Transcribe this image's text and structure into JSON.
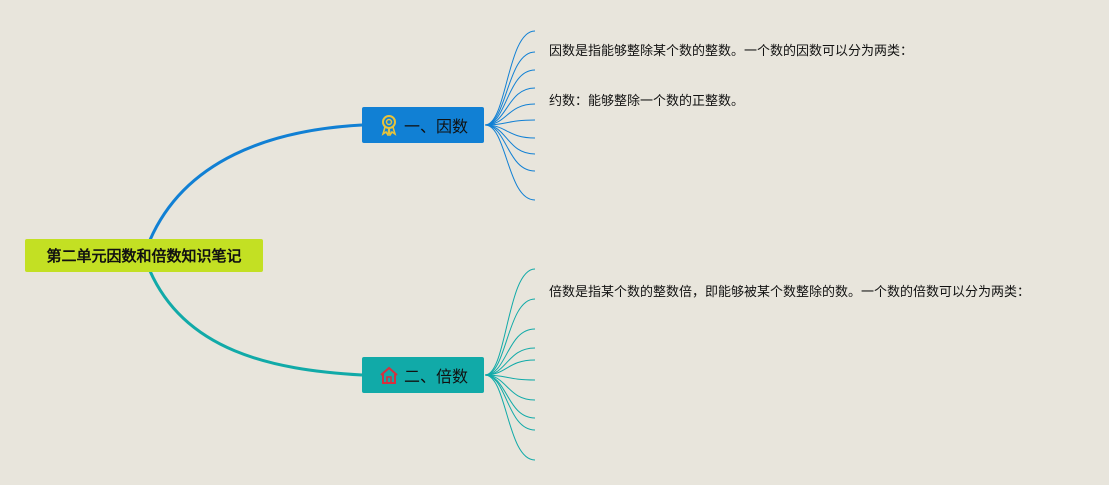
{
  "root": {
    "label": "第二单元因数和倍数知识笔记"
  },
  "branches": [
    {
      "label": "一、因数",
      "icon": "award-ribbon-icon",
      "color": "#1180d4",
      "leaves": [
        "因数是指能够整除某个数的整数。一个数的因数可以分为两类：",
        "约数：能够整除一个数的正整数。"
      ]
    },
    {
      "label": "二、倍数",
      "icon": "house-icon",
      "color": "#11aaa8",
      "leaves": [
        "倍数是指某个数的整数倍，即能够被某个数整除的数。一个数的倍数可以分为两类："
      ]
    }
  ]
}
